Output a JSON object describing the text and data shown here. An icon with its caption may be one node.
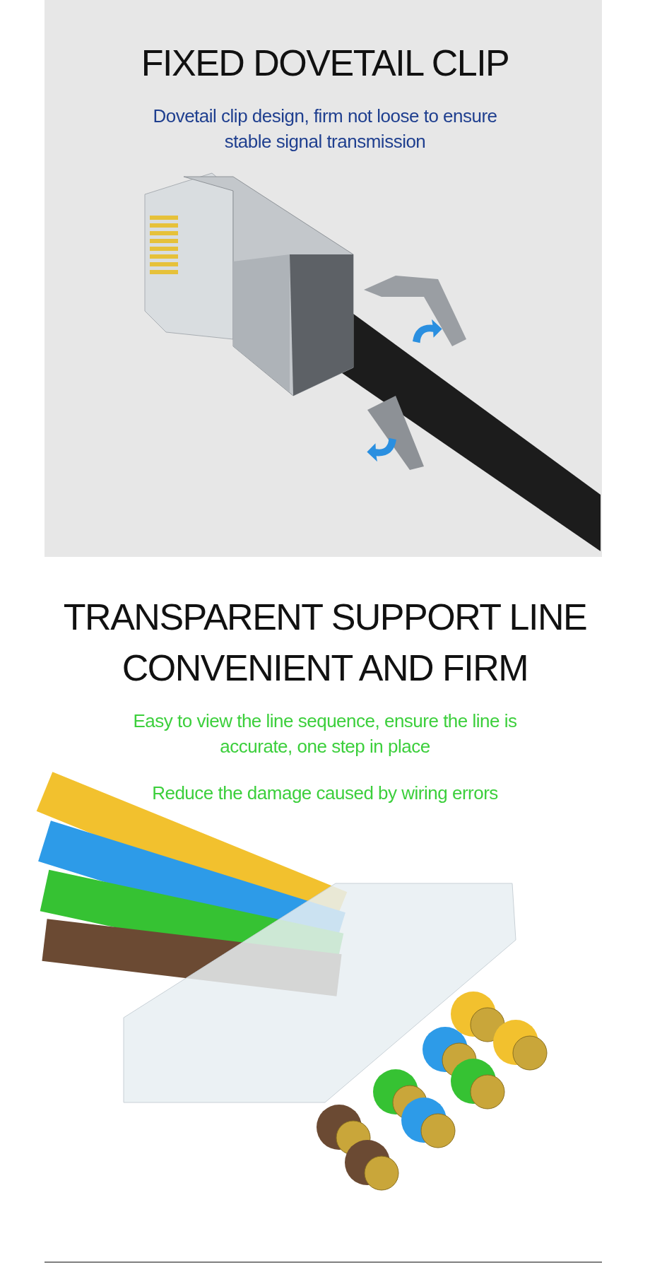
{
  "diagram": {
    "labels": [
      "FIXED DOVETAIL CLIP",
      "Dovetail clip design, firm not loose to ensure stable signal transmission",
      "TRANSPARENT SUPPORT LINE CONVENIENT AND FIRM",
      "Easy to view the line sequence, ensure the line is accurate, one step in place",
      "Reduce the damage caused by wiring errors"
    ]
  }
}
